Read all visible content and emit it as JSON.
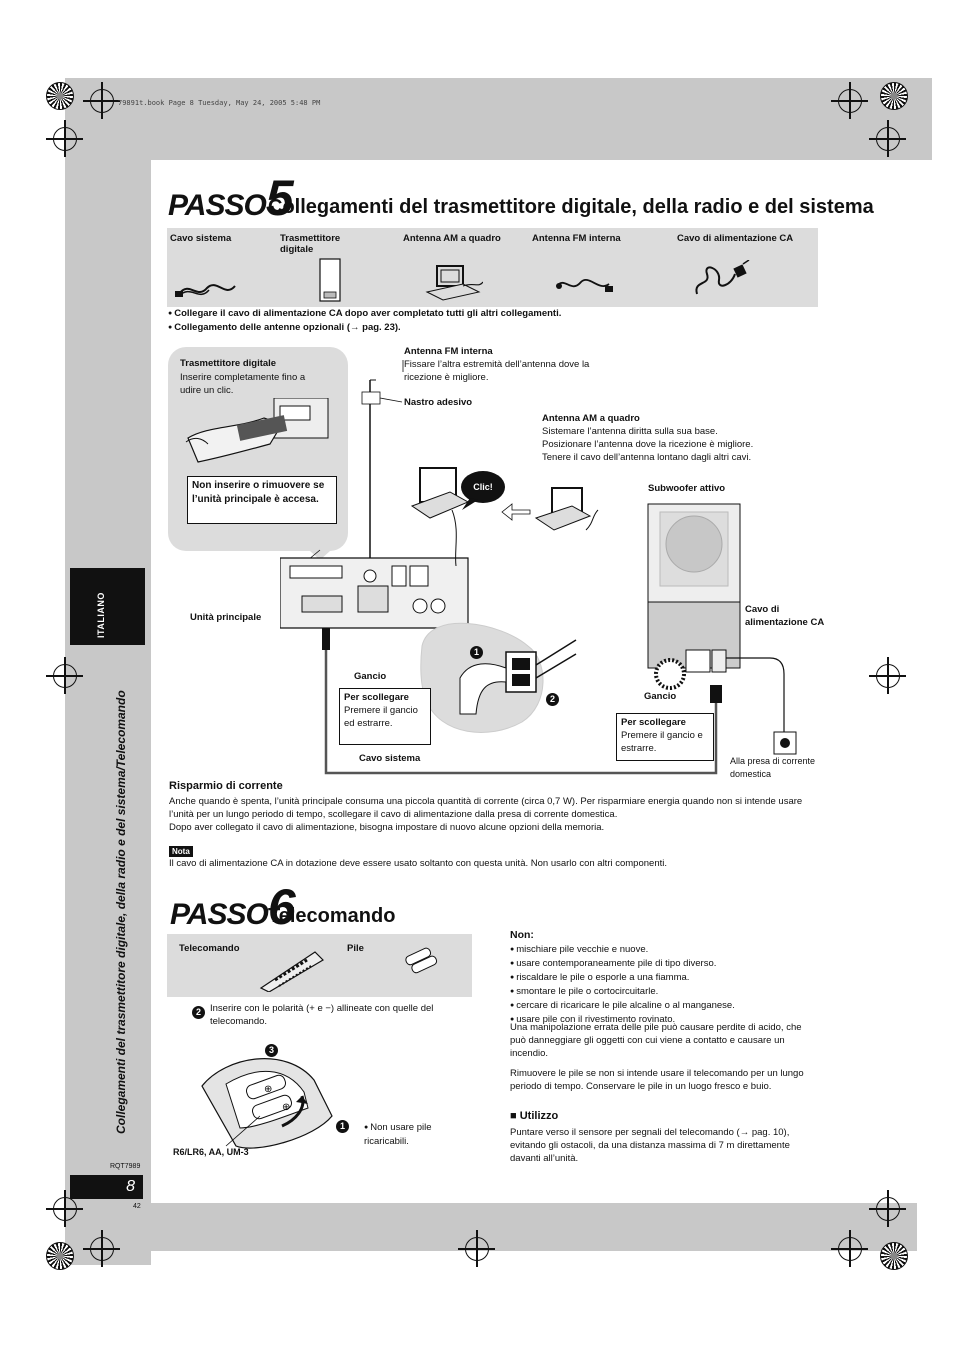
{
  "print_line": "79891t.book  Page 8  Tuesday, May 24, 2005  5:48 PM",
  "side_tab": "ITALIANO",
  "side_title": "Collegamenti del trasmettitore digitale, della radio e del sistema/Telecomando",
  "footer": {
    "code": "RQT7989",
    "page_number": "8",
    "small_number": "42"
  },
  "step5": {
    "word": "PASSO",
    "number": "5",
    "title": "Collegamenti del trasmettitore digitale, della radio e del sistema",
    "accessories": [
      "Cavo sistema",
      "Trasmettitore digitale",
      "Antenna AM a quadro",
      "Antenna FM interna",
      "Cavo di alimentazione CA"
    ],
    "bullets": [
      "Collegare il cavo di alimentazione CA dopo aver completato tutti gli altri collegamenti.",
      "Collegamento delle antenne opzionali (→ pag. 23)."
    ],
    "diagram": {
      "transmitter_title": "Trasmettitore digitale",
      "transmitter_text": "Inserire completamente fino a udire un clic.",
      "warning": "Non inserire o rimuovere se l’unità principale è accesa.",
      "fm_title": "Antenna FM interna",
      "fm_text": "Fissare l’altra estremità dell’antenna dove la ricezione è migliore.",
      "tape": "Nastro adesivo",
      "am_title": "Antenna AM a quadro",
      "am_text_1": "Sistemare l’antenna diritta sulla sua base.",
      "am_text_2": "Posizionare l’antenna dove la ricezione è migliore.",
      "am_text_3": "Tenere il cavo dell’antenna lontano dagli altri cavi.",
      "click": "Clic!",
      "subwoofer": "Subwoofer attivo",
      "main_unit": "Unità principale",
      "power_cable": "Cavo di alimentazione CA",
      "hook_left": "Gancio",
      "hook_right": "Gancio",
      "unplug_title": "Per scollegare",
      "unplug_left": "Premere il gancio ed estrarre.",
      "unplug_right": "Premere il gancio e estrarre.",
      "system_cable": "Cavo sistema",
      "outlet": "Alla presa di corrente domestica",
      "circle_1": "1",
      "circle_2": "2"
    },
    "energy_title": "Risparmio di corrente",
    "energy_text_1": "Anche quando è spenta, l’unità principale consuma una piccola quantità di corrente (circa 0,7 W). Per risparmiare energia quando non si intende usare l’unità per un lungo periodo di tempo, scollegare il cavo di alimentazione dalla presa di corrente domestica.",
    "energy_text_2": "Dopo aver collegato il cavo di alimentazione, bisogna impostare di nuovo alcune opzioni della memoria.",
    "note_label": "Nota",
    "note_text": "Il cavo di alimentazione CA in dotazione deve essere usato soltanto con questa unità. Non usarlo con altri componenti."
  },
  "step6": {
    "word": "PASSO",
    "number": "6",
    "title": "Telecomando",
    "accessories": [
      "Telecomando",
      "Pile"
    ],
    "insert_text": "Inserire con le polarità (+ e −) allineate con quelle del telecomando.",
    "no_rechargeable": "Non usare pile ricaricabili.",
    "battery_type": "R6/LR6, AA, UM-3",
    "steps": [
      "1",
      "2",
      "3"
    ],
    "non_title": "Non:",
    "non_items": [
      "mischiare pile vecchie e nuove.",
      "usare contemporaneamente pile di tipo diverso.",
      "riscaldare le pile o esporle a una fiamma.",
      "smontare le pile o cortocircuitarle.",
      "cercare di ricaricare le pile alcaline o al manganese.",
      "usare pile con il rivestimento rovinato."
    ],
    "misuse_text": "Una manipolazione errata delle pile può causare perdite di acido, che può danneggiare gli oggetti con cui viene a contatto e causare un incendio.",
    "remove_text": "Rimuovere le pile se non si intende usare il telecomando per un lungo periodo di tempo. Conservare le pile in un luogo fresco e buio.",
    "use_title": "Utilizzo",
    "use_text": "Puntare verso il sensore per segnali del telecomando (→ pag. 10), evitando gli ostacoli, da una distanza massima di 7 m direttamente davanti all’unità."
  }
}
